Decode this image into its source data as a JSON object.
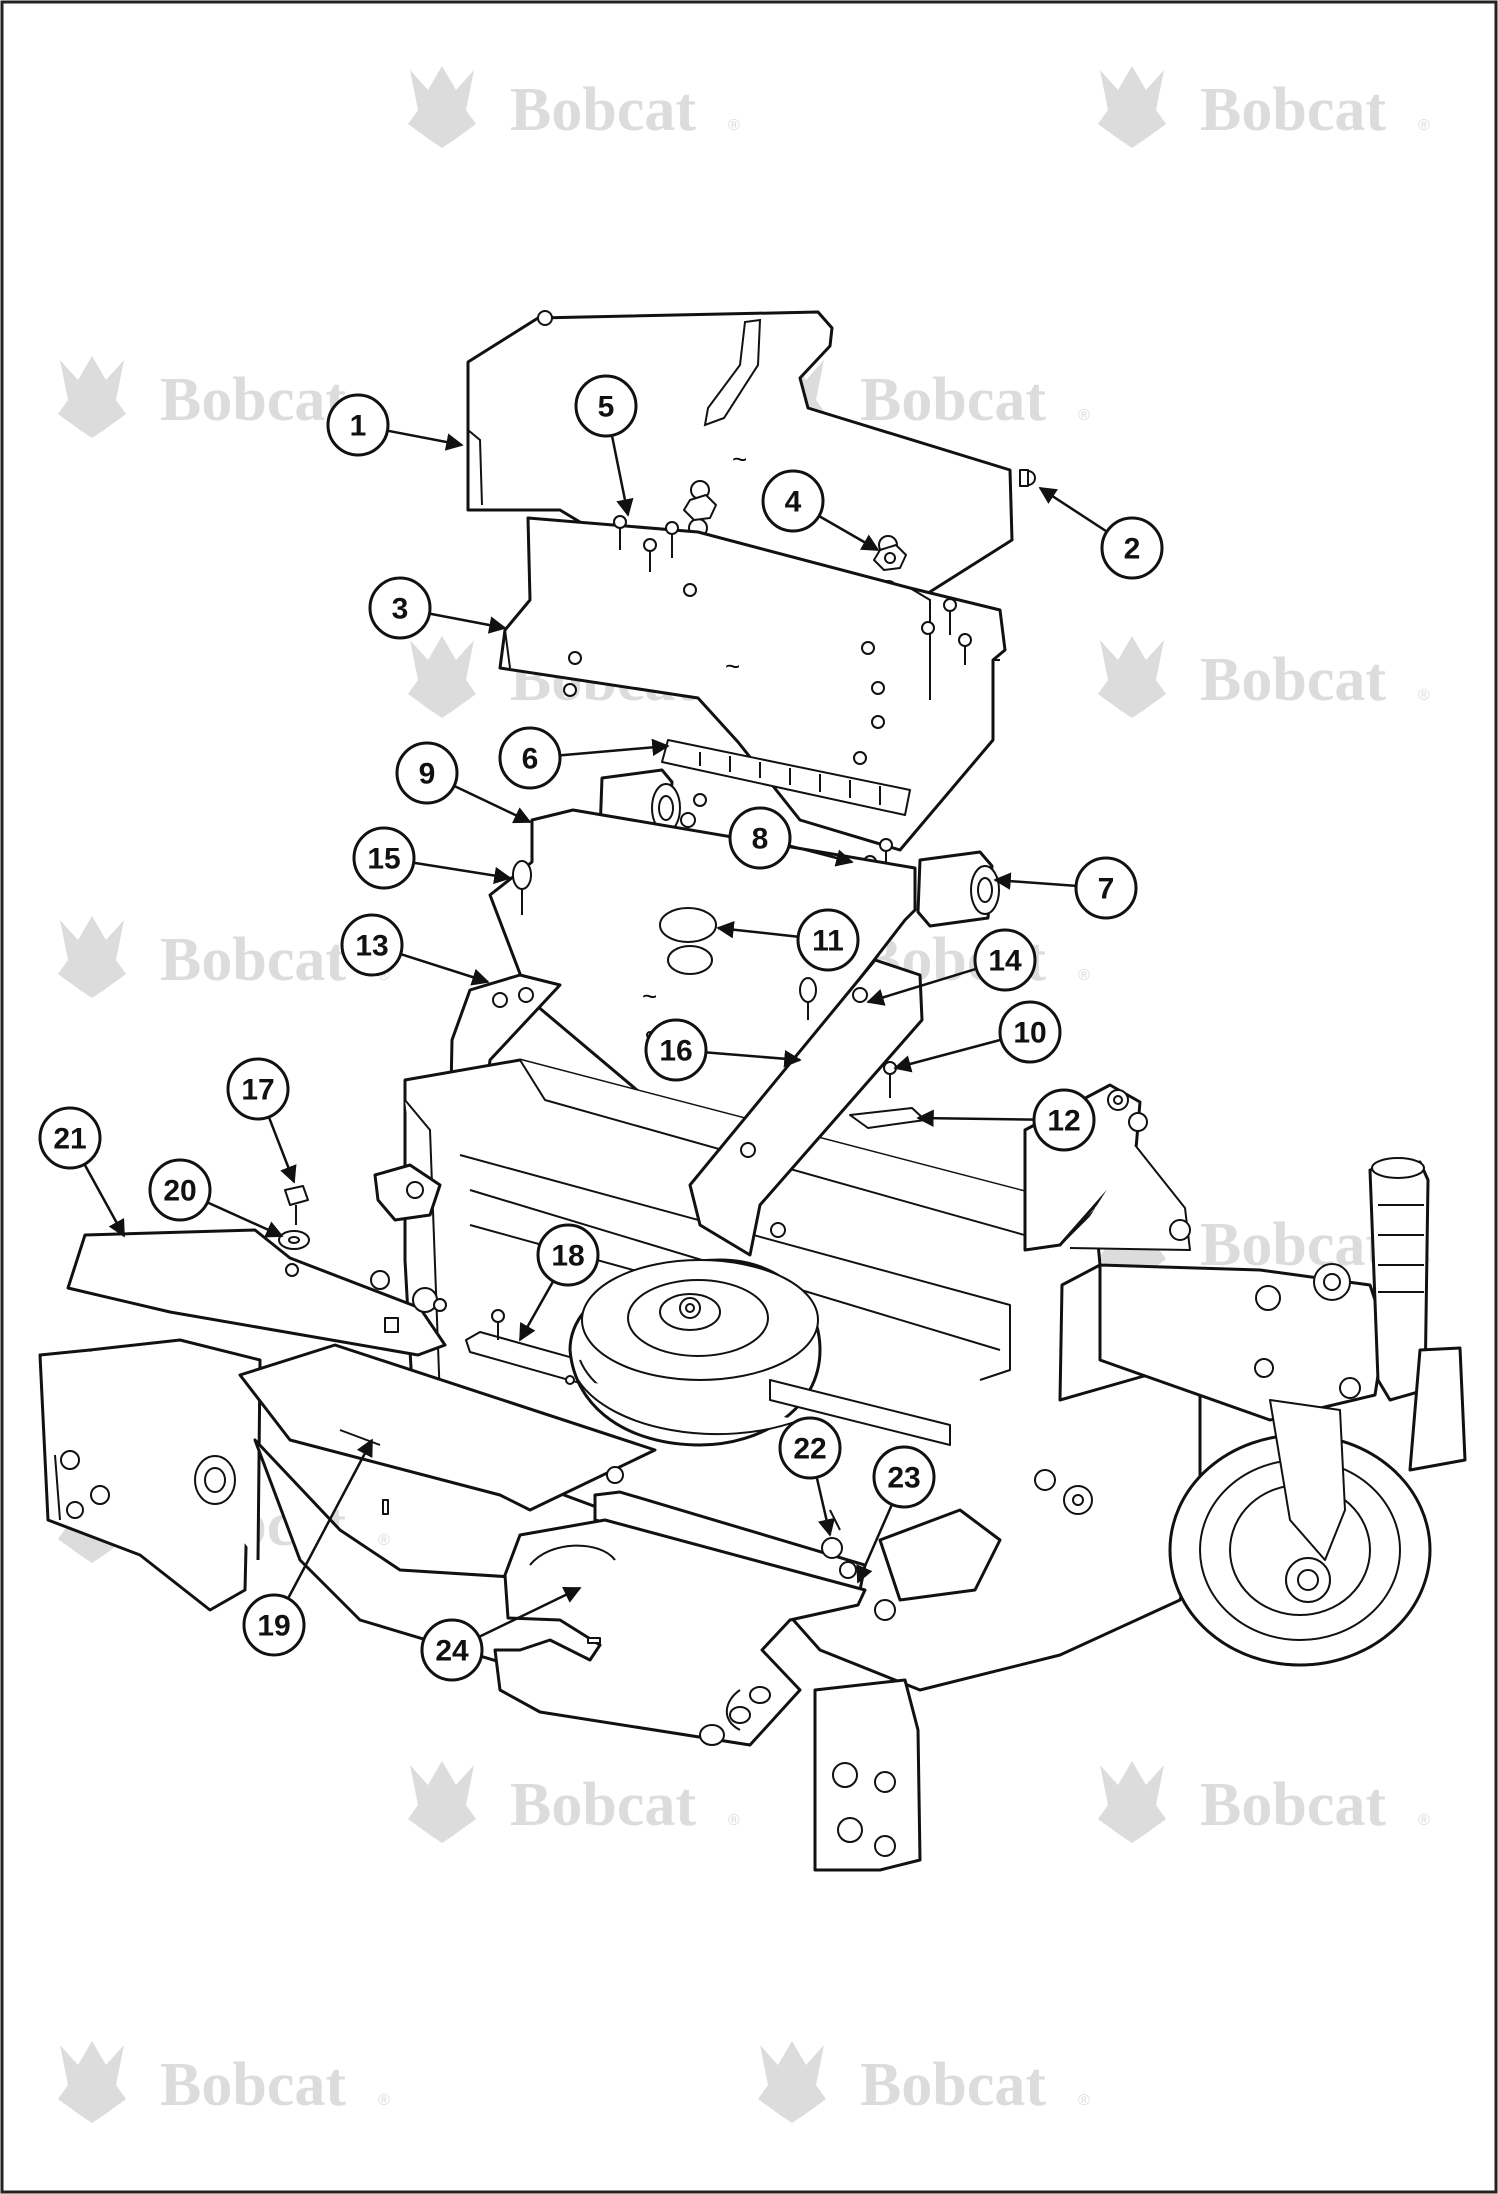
{
  "watermark": {
    "text": "Bobcat",
    "registered_mark": "®",
    "logo_icon": "bobcat-head-icon",
    "color": "#dcdcdc"
  },
  "colors": {
    "line": "#111111",
    "background": "#ffffff",
    "frame": "#222222"
  },
  "callouts": [
    "1",
    "2",
    "3",
    "4",
    "5",
    "6",
    "7",
    "8",
    "9",
    "10",
    "11",
    "12",
    "13",
    "14",
    "15",
    "16",
    "17",
    "18",
    "19",
    "20",
    "21",
    "22",
    "23",
    "24"
  ],
  "markings": {
    "tilde_symbol": "~"
  }
}
